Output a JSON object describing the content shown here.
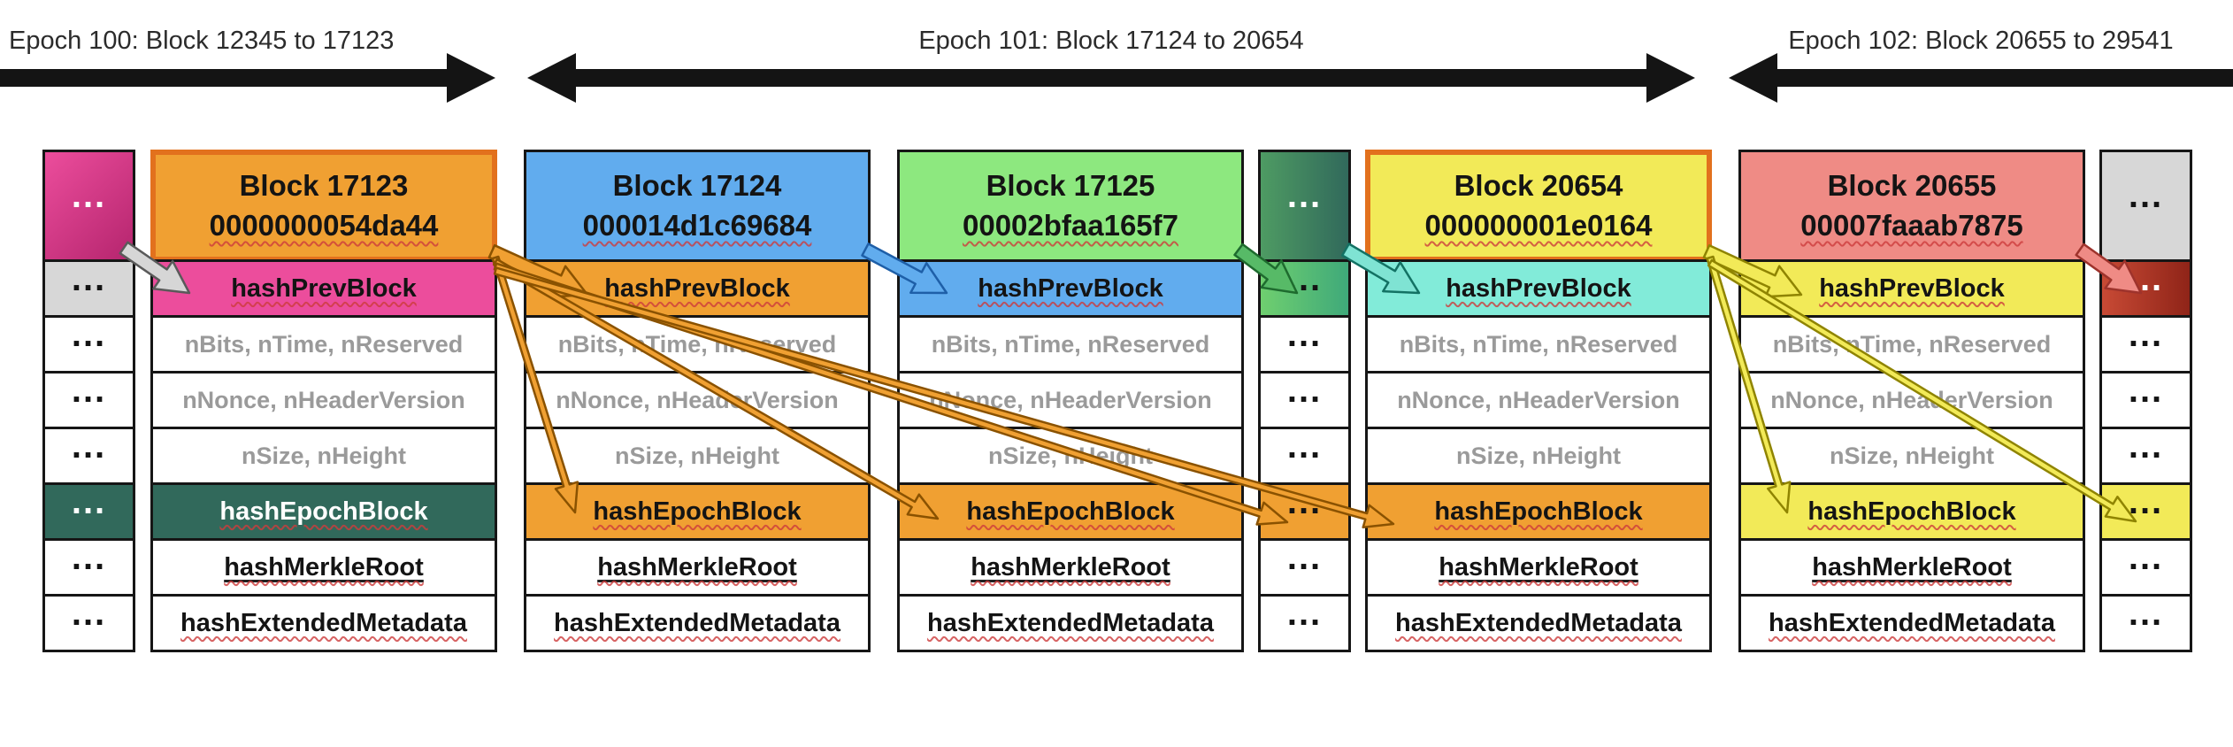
{
  "epochs": [
    {
      "label": "Epoch 100: Block 12345 to 17123"
    },
    {
      "label": "Epoch 101: Block 17124 to 20654"
    },
    {
      "label": "Epoch 102: Block 20655 to 29541"
    }
  ],
  "ellipsis": "...",
  "fields": {
    "prev": "hashPrevBlock",
    "bits": "nBits, nTime, nReserved",
    "nonce": "nNonce, nHeaderVersion",
    "size": "nSize, nHeight",
    "epoch": "hashEpochBlock",
    "merkle": "hashMerkleRoot",
    "extended": "hashExtendedMetadata"
  },
  "blocks": {
    "b17123": {
      "title": "Block 17123",
      "hash": "0000000054da44"
    },
    "b17124": {
      "title": "Block 17124",
      "hash": "000014d1c69684"
    },
    "b17125": {
      "title": "Block 17125",
      "hash": "00002bfaa165f7"
    },
    "b20654": {
      "title": "Block 20654",
      "hash": "000000001e0164"
    },
    "b20655": {
      "title": "Block 20655",
      "hash": "00007faaab7875"
    }
  },
  "colors": {
    "black": "#141414",
    "highlight_border": "#E2711D",
    "orange": "#F0A032",
    "orange_dark": "#8A5200",
    "magenta": "#EC4D9C",
    "magenta_dark": "#B5256E",
    "blue": "#61ACEE",
    "blue_dark": "#1E5FA8",
    "green_light": "#8DE87F",
    "green_mid": "#57BA67",
    "green_dark": "#1E6B2E",
    "teal": "#7FE3D3",
    "teal_dark": "#137264",
    "dark_teal": "#31695B",
    "yellow": "#F2EA58",
    "yellow_dark": "#8F8400",
    "salmon": "#EF8B85",
    "salmon_dark": "#9E332C",
    "gray_arrow": "#D6D6D6",
    "gray_arrow_dark": "#5A5A5A",
    "brick_light": "#C84A35",
    "brick_dark": "#8F2418",
    "cell_gray": "#D7D7D7"
  }
}
